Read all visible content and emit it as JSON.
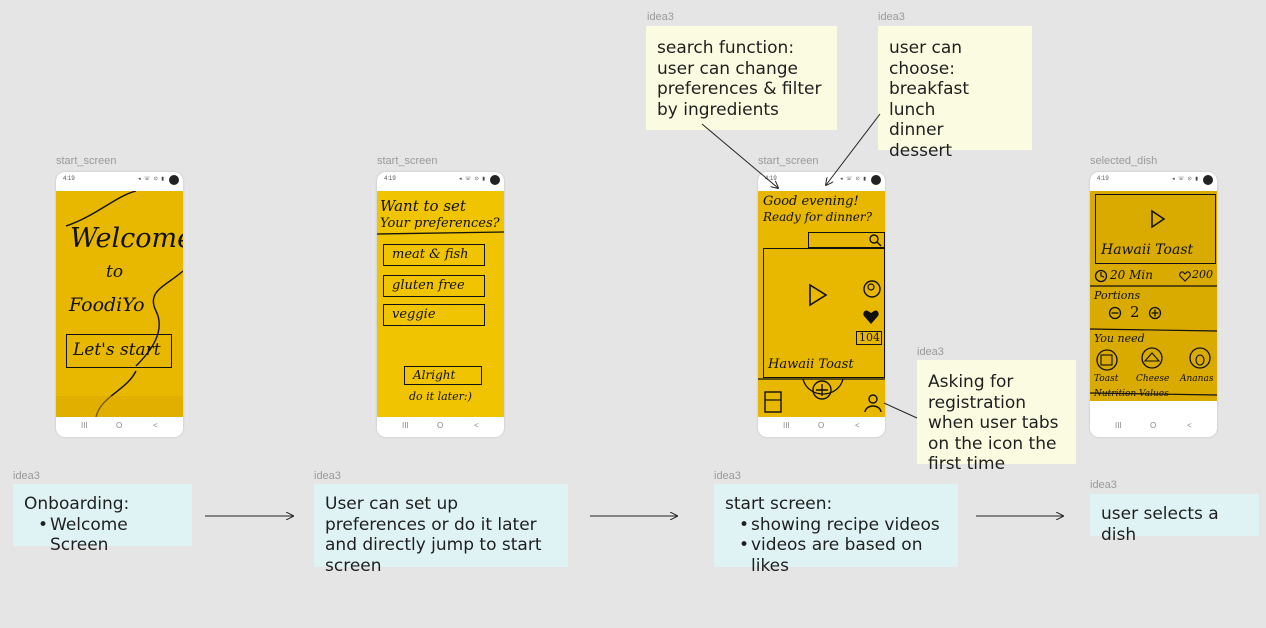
{
  "frame_labels": {
    "phone1": "start_screen",
    "phone2": "start_screen",
    "phone3": "start_screen",
    "phone4": "selected_dish"
  },
  "sticky_author": "idea3",
  "notes": {
    "search": "search function:\nuser can change preferences & filter by ingredients",
    "meals_title": "user can choose:",
    "meals": [
      "breakfast",
      "lunch",
      "dinner",
      "dessert"
    ],
    "registration": "Asking for registration when user tabs on the icon the first time",
    "onboarding_title": "Onboarding:",
    "onboarding_items": [
      "Welcome Screen"
    ],
    "preferences": "User can set up preferences or do it later and directly jump to start screen",
    "start_title": "start screen:",
    "start_items": [
      "showing recipe videos",
      "videos are based on likes"
    ],
    "dish": "user selects a dish"
  },
  "phone_status": {
    "time": "4:19",
    "icons": "◂ ☏ ⊙ ▮"
  },
  "nav_icons": [
    "III",
    "O",
    "<"
  ],
  "sketch1": {
    "line1": "Welcome",
    "line2": "to",
    "line3": "FoodiYo",
    "button": "Let's start"
  },
  "sketch2": {
    "line1": "Want to set",
    "line2": "Your preferences?",
    "options": [
      "meat & fish",
      "gluten free",
      "veggie"
    ],
    "button": "Alright",
    "later": "do it later:)"
  },
  "sketch3": {
    "line1": "Good evening!",
    "line2": "Ready for dinner?",
    "dish": "Hawaii Toast",
    "likes": "104"
  },
  "sketch4": {
    "dish": "Hawaii Toast",
    "time": "20 Min",
    "likes": "200",
    "portions_label": "Portions",
    "portions": "2",
    "you_need": "You need",
    "ingredients": [
      "Toast",
      "Cheese",
      "Ananas"
    ],
    "nutrition": "Nutrition Values"
  }
}
